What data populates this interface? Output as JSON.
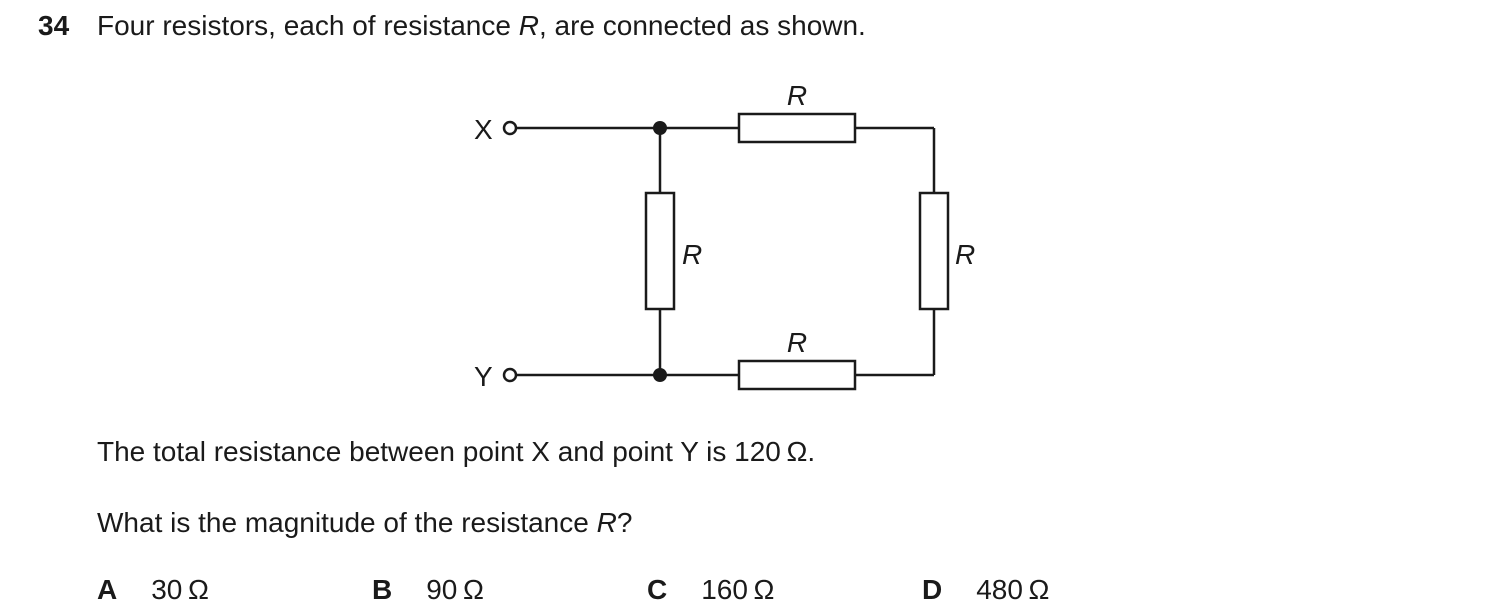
{
  "question": {
    "number": "34",
    "stem_before": "Four resistors, each of resistance ",
    "stem_var": "R",
    "stem_after": ", are connected as shown."
  },
  "circuit": {
    "terminal_x_label": "X",
    "terminal_y_label": "Y",
    "resistor_label": "R"
  },
  "statement": "The total resistance between point X and point Y is 120 Ω.",
  "prompt": {
    "before": "What is the magnitude of the resistance ",
    "var": "R",
    "after": "?"
  },
  "options": [
    {
      "letter": "A",
      "value": "30 Ω"
    },
    {
      "letter": "B",
      "value": "90 Ω"
    },
    {
      "letter": "C",
      "value": "160 Ω"
    },
    {
      "letter": "D",
      "value": "480 Ω"
    }
  ]
}
